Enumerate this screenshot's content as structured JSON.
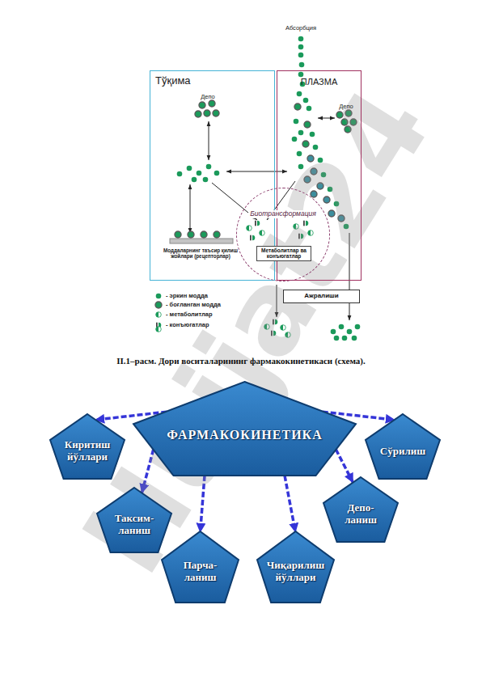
{
  "diagram": {
    "caption": "II.1–расм. Дори воситаларининг фармакокинетикаси (схема).",
    "nodes": [
      {
        "text": [
          "Тўқима"
        ]
      },
      {
        "text": [
          "ПЛАЗМА"
        ]
      },
      {
        "text": [
          "Биотрансформация"
        ]
      },
      {
        "text": [
          "Метаболитлар ва конъюгатлар"
        ],
        "in": 2
      },
      {
        "text": [
          "Ажралиши"
        ]
      },
      {
        "text": [
          "ФАРМАКОКИНЕТИКА"
        ]
      },
      {
        "text": [
          "Киритиш йўллари"
        ]
      },
      {
        "text": [
          "Сўрилиш"
        ]
      },
      {
        "text": [
          "Таксим- ланиш"
        ]
      },
      {
        "text": [
          "Депо- ланиш"
        ]
      },
      {
        "text": [
          "Парча- ланиш"
        ]
      },
      {
        "text": [
          "Чиқарилиш йўллари"
        ]
      }
    ],
    "edges": [
      {
        "from": 5,
        "to": 6,
        "arrow": "to"
      },
      {
        "from": 5,
        "to": 7,
        "arrow": "to"
      },
      {
        "from": 5,
        "to": 8,
        "arrow": "to"
      },
      {
        "from": 5,
        "to": 9,
        "arrow": "to"
      },
      {
        "from": 5,
        "to": 10,
        "arrow": "to"
      },
      {
        "from": 5,
        "to": 11,
        "arrow": "to"
      }
    ],
    "labels": [
      "Абсорбция",
      "Депо",
      "Депо",
      "Моддаларнинг таъсир қилиш жойлари (рецепторлар)",
      "Hujjat24"
    ],
    "legend": [
      {
        "text": "- эркин модда"
      },
      {
        "text": "- боғланган модда"
      },
      {
        "text": "- метаболитлар"
      },
      {
        "text": "- конъюгатлар"
      }
    ]
  }
}
